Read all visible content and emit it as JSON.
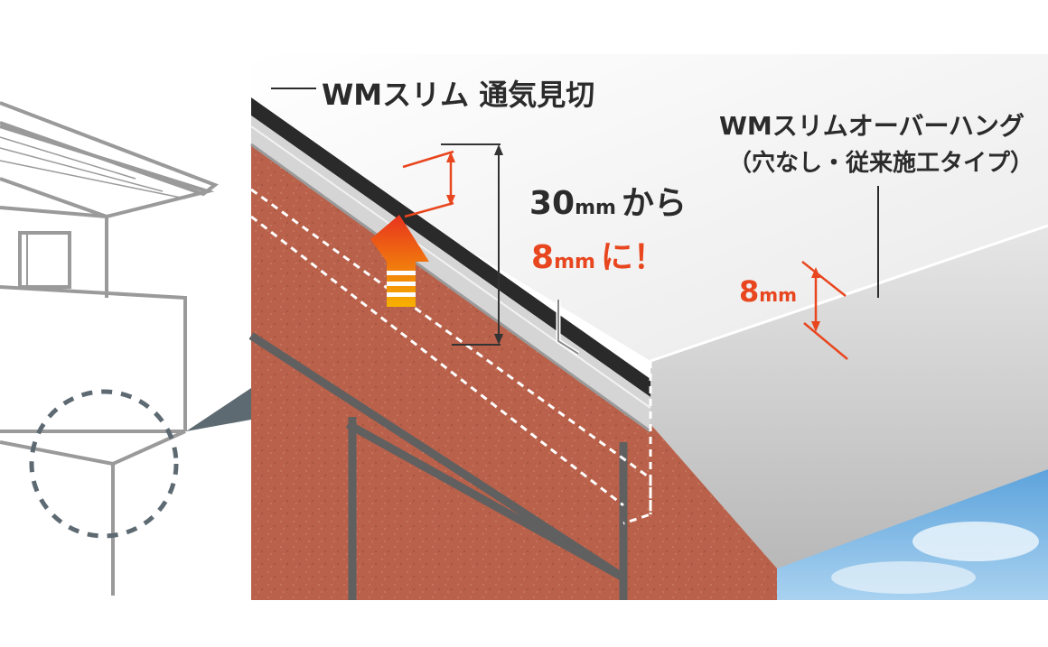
{
  "labels": {
    "vent_cut": "WMスリム 通気見切",
    "overhang_title": "WMスリムオーバーハング",
    "overhang_sub": "（穴なし・従来施工タイプ）",
    "gap_before_num": "30",
    "gap_before_unit": "mm",
    "gap_before_suffix": "から",
    "gap_after_num": "8",
    "gap_after_unit": "mm",
    "gap_after_suffix": "に！",
    "overhang_gap_num": "8",
    "overhang_gap_unit": "mm"
  },
  "colors": {
    "accent": "#e8461e",
    "brick": "#b9614a",
    "mortar": "#6a6a6a",
    "soffit": "#f2f2f2",
    "metal": "#c9c9c9",
    "sky": "#7fb8e6",
    "house_line": "#9a9a9a",
    "detail_circle": "#5e6a72"
  },
  "icons": {
    "airflow": "up-arrow-icon",
    "detail": "magnify-circle-icon"
  }
}
